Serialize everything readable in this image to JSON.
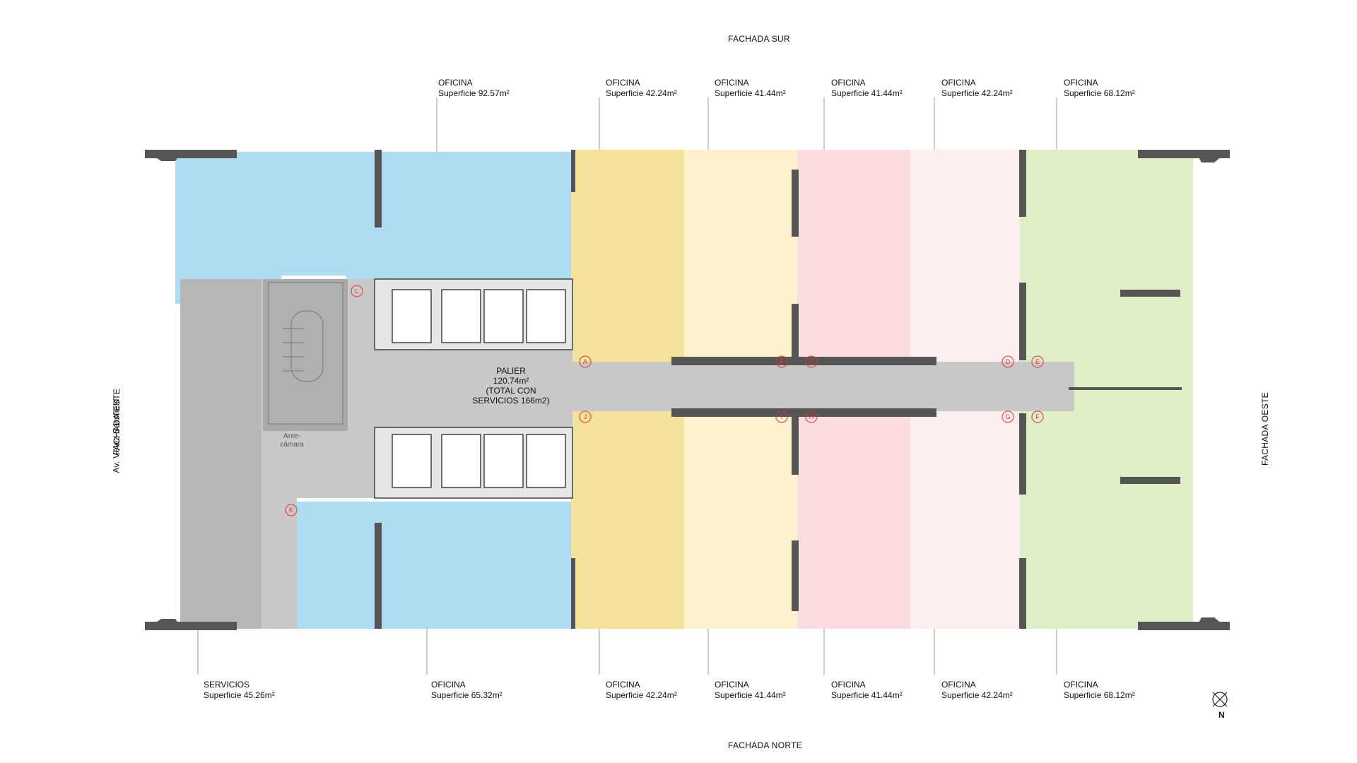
{
  "facades": {
    "sur": "FACHADA SUR",
    "norte": "FACHADA NORTE",
    "este": "FACHADA ESTE",
    "este_street": "Av. Vélez Sársfield",
    "oeste": "FACHADA OESTE"
  },
  "top_offices": [
    {
      "title": "OFICINA",
      "area": "Superficie 92.57m²"
    },
    {
      "title": "OFICINA",
      "area": "Superficie 42.24m²"
    },
    {
      "title": "OFICINA",
      "area": "Superficie 41.44m²"
    },
    {
      "title": "OFICINA",
      "area": "Superficie 41.44m²"
    },
    {
      "title": "OFICINA",
      "area": "Superficie 42.24m²"
    },
    {
      "title": "OFICINA",
      "area": "Superficie 68.12m²"
    }
  ],
  "bottom_offices": [
    {
      "title": "SERVICIOS",
      "area": "Superficie 45.26m²"
    },
    {
      "title": "OFICINA",
      "area": "Superficie 65.32m²"
    },
    {
      "title": "OFICINA",
      "area": "Superficie 42.24m²"
    },
    {
      "title": "OFICINA",
      "area": "Superficie 41.44m²"
    },
    {
      "title": "OFICINA",
      "area": "Superficie 41.44m²"
    },
    {
      "title": "OFICINA",
      "area": "Superficie 42.24m²"
    },
    {
      "title": "OFICINA",
      "area": "Superficie 68.12m²"
    }
  ],
  "palier": {
    "line1": "PALIER",
    "line2": "120.74m²",
    "line3": "(TOTAL CON",
    "line4": "SERVICIOS 166m2)"
  },
  "antecamara": {
    "line1": "Ante-",
    "line2": "cámara"
  },
  "door_tags": [
    "A",
    "B",
    "C",
    "D",
    "E",
    "F",
    "G",
    "H",
    "I",
    "J",
    "K",
    "L"
  ],
  "north": "N",
  "colors": {
    "blue": "#b0dcf3",
    "yellow_dark": "#f5e29a",
    "yellow_light": "#fbf1cc",
    "pink_dark": "#fbdde0",
    "pink_light": "#fdeeee",
    "green": "#dfeec6",
    "grey_service": "#b7b7b7",
    "grey_corridor": "#c9c9c9",
    "wall": "#555555"
  }
}
